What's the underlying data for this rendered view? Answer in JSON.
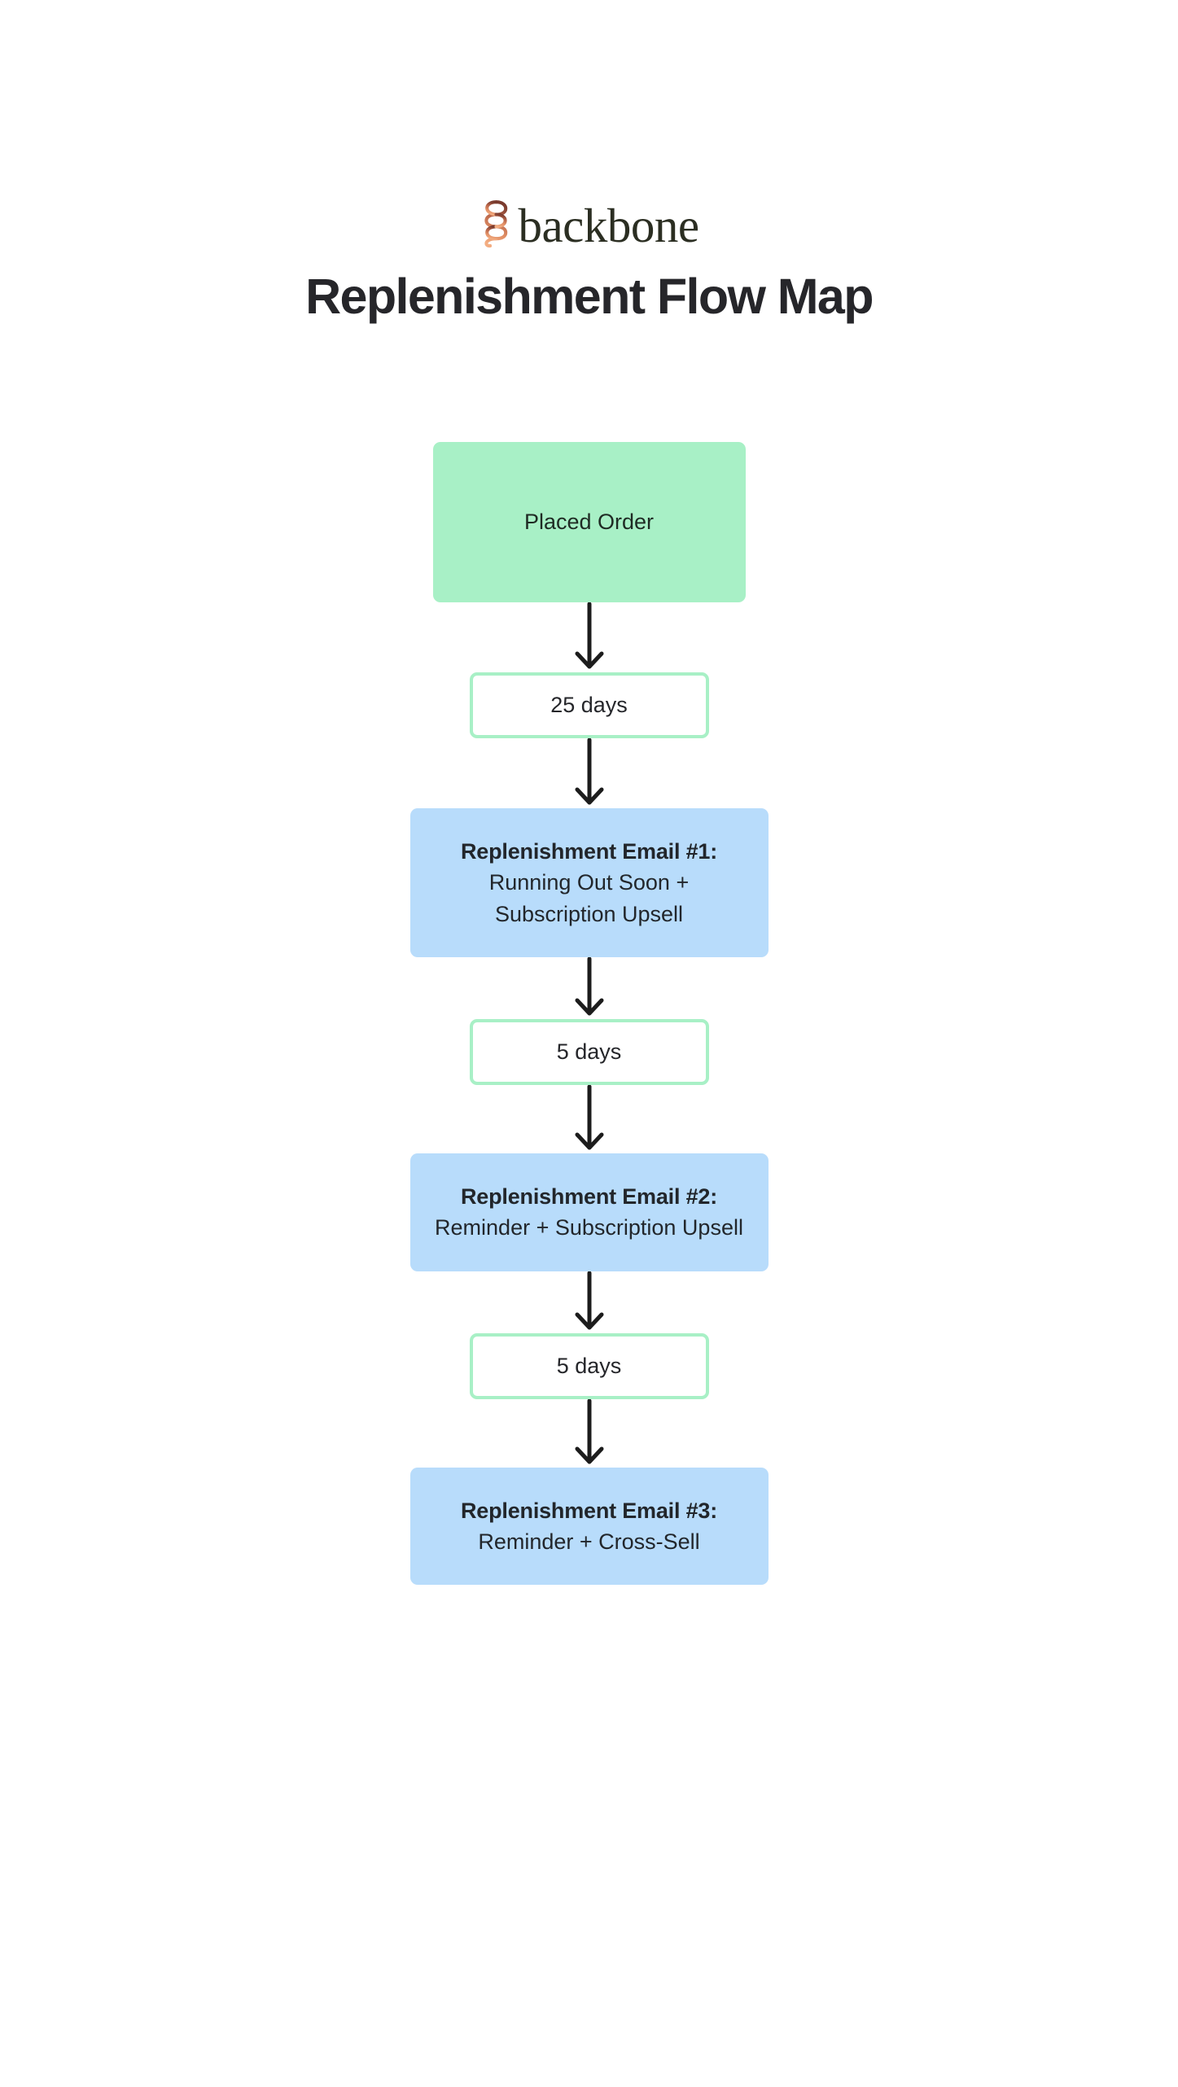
{
  "brand": {
    "mark_icon": "backbone-spine-logo-icon",
    "wordmark": "backbone",
    "mark_gradient_from": "#7a3b2e",
    "mark_gradient_to": "#f0a070",
    "wordmark_color": "#2b2e22"
  },
  "header": {
    "title": "Replenishment Flow Map",
    "title_color": "#26262a"
  },
  "colors": {
    "page_background": "#ffffff",
    "start_node_fill": "#a8f0c6",
    "delay_node_border": "#a8f0c6",
    "delay_node_fill": "#ffffff",
    "email_node_fill": "#b8dcfb",
    "arrow_stroke": "#1c1c1c"
  },
  "flow": {
    "steps": [
      {
        "kind": "start",
        "name": "placed-order",
        "label": "Placed Order"
      },
      {
        "kind": "delay",
        "name": "delay-25-days",
        "label": "25 days"
      },
      {
        "kind": "email",
        "name": "replenishment-email-1",
        "title": "Replenishment Email #1:",
        "body": "Running Out Soon + Subscription Upsell"
      },
      {
        "kind": "delay",
        "name": "delay-5-days-1",
        "label": "5 days"
      },
      {
        "kind": "email",
        "name": "replenishment-email-2",
        "title": "Replenishment Email #2:",
        "body": "Reminder + Subscription Upsell"
      },
      {
        "kind": "delay",
        "name": "delay-5-days-2",
        "label": "5 days"
      },
      {
        "kind": "email",
        "name": "replenishment-email-3",
        "title": "Replenishment Email #3:",
        "body": "Reminder + Cross-Sell"
      }
    ],
    "connector_icon": "down-arrow-icon"
  }
}
